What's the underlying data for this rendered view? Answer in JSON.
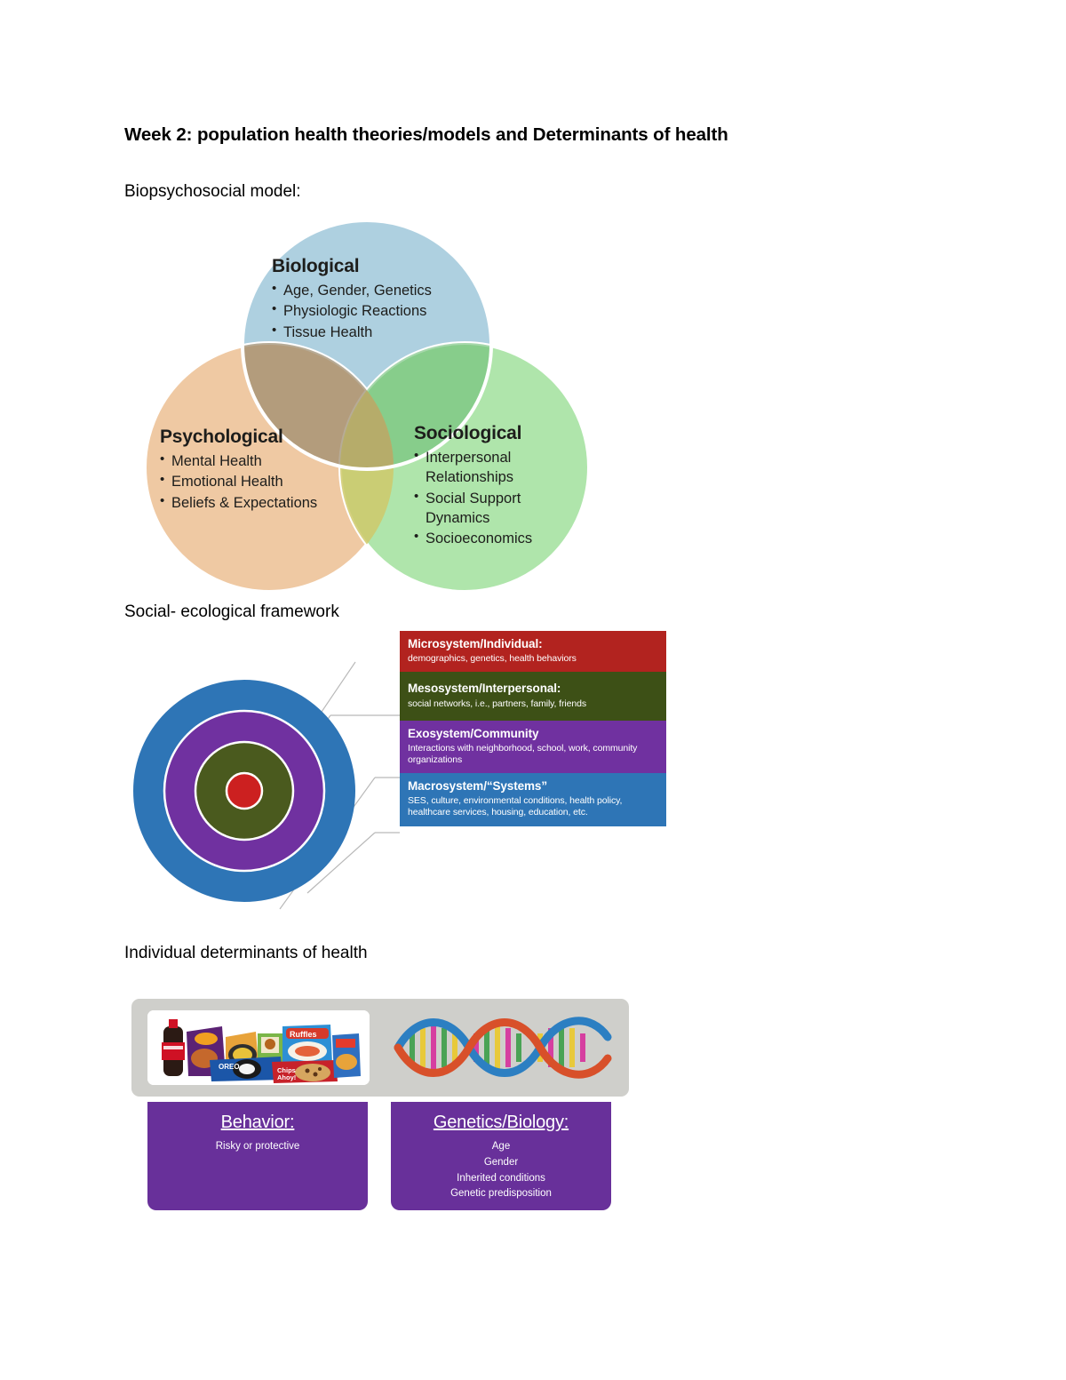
{
  "document": {
    "title": "Week 2: population health theories/models and Determinants of health",
    "sections": {
      "biopsychosocial_label": "Biopsychosocial model:",
      "social_ecological_label": "Social- ecological framework",
      "individual_determinants_label": "Individual determinants of health"
    }
  },
  "venn": {
    "biological": {
      "heading": "Biological",
      "items": [
        "Age, Gender, Genetics",
        "Physiologic Reactions",
        "Tissue Health"
      ],
      "color": "#AED0E0"
    },
    "psychological": {
      "heading": "Psychological",
      "items": [
        "Mental Health",
        "Emotional Health",
        "Beliefs & Expectations"
      ],
      "color": "#EFC9A3"
    },
    "sociological": {
      "heading": "Sociological",
      "items": [
        "Interpersonal Relationships",
        "Social Support Dynamics",
        "Socioeconomics"
      ],
      "color": "#AFE5AB"
    }
  },
  "social_ecological": {
    "levels": [
      {
        "title": "Microsystem/Individual:",
        "desc": "demographics, genetics, health behaviors",
        "color": "#B2231F"
      },
      {
        "title": "Mesosystem/Interpersonal:",
        "desc": "social networks, i.e., partners, family, friends",
        "color": "#3D5016"
      },
      {
        "title": "Exosystem/Community",
        "desc": "Interactions with neighborhood, school, work, community organizations",
        "color": "#7031A0"
      },
      {
        "title": "Macrosystem/“Systems”",
        "desc": "SES, culture, environmental conditions, health policy, healthcare services, housing, education, etc.",
        "color": "#2E75B6"
      }
    ],
    "ring_colors": {
      "center": "#CC2020",
      "inner": "#4A5A1E",
      "middle": "#7031A0",
      "outer": "#2E75B6"
    }
  },
  "individual_determinants": {
    "panel_color": "#cfcfcb",
    "card_color": "#68309A",
    "images": [
      {
        "name": "snack-foods-photo",
        "alt": "assorted packaged snack foods and soda bottle"
      },
      {
        "name": "dna-helix-photo",
        "alt": "colorful DNA double helix"
      }
    ],
    "cards": [
      {
        "title": "Behavior:",
        "lines": [
          "Risky or protective"
        ]
      },
      {
        "title": "Genetics/Biology:",
        "lines": [
          "Age",
          "Gender",
          "Inherited conditions",
          "Genetic predisposition"
        ]
      }
    ]
  }
}
